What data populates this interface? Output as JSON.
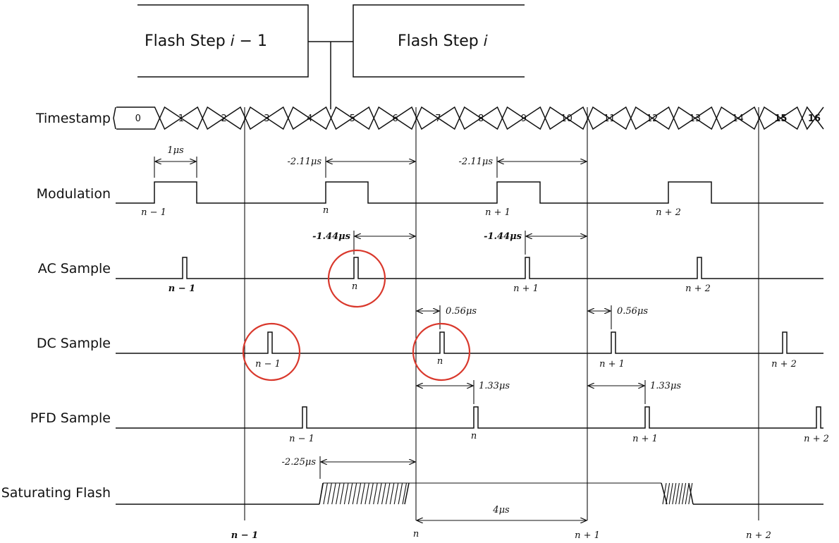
{
  "flash_steps": {
    "prev": "Flash Step 𝑖 − 1",
    "current": "Flash Step 𝑖"
  },
  "signals": {
    "timestamp": "Timestamp",
    "modulation": "Modulation",
    "ac_sample": "AC Sample",
    "dc_sample": "DC Sample",
    "pfd_sample": "PFD Sample",
    "saturating_flash": "Saturating Flash"
  },
  "timestamps": [
    "0",
    "1",
    "2",
    "3",
    "4",
    "5",
    "6",
    "7",
    "8",
    "9",
    "10",
    "11",
    "12",
    "13",
    "14",
    "15",
    "16"
  ],
  "annotations": {
    "one_us": "1μs",
    "mod_offset": "-2.11μs",
    "ac_offset": "-1.44μs",
    "dc_offset": "0.56μs",
    "pfd_offset": "1.33μs",
    "flash_offset": "-2.25μs",
    "period": "4μs"
  },
  "labels": {
    "modulation": [
      "n − 1",
      "n",
      "n + 1",
      "n + 2"
    ],
    "ac": [
      "n − 1",
      "n",
      "n + 1",
      "n + 2"
    ],
    "dc": [
      "n − 1",
      "n",
      "n + 1",
      "n + 2"
    ],
    "pfd": [
      "n − 1",
      "n",
      "n + 1",
      "n + 2"
    ],
    "bottom": [
      "n − 1",
      "n",
      "n + 1",
      "n + 2"
    ]
  },
  "colors": {
    "line": "#111111",
    "highlight": "#d9382c"
  }
}
